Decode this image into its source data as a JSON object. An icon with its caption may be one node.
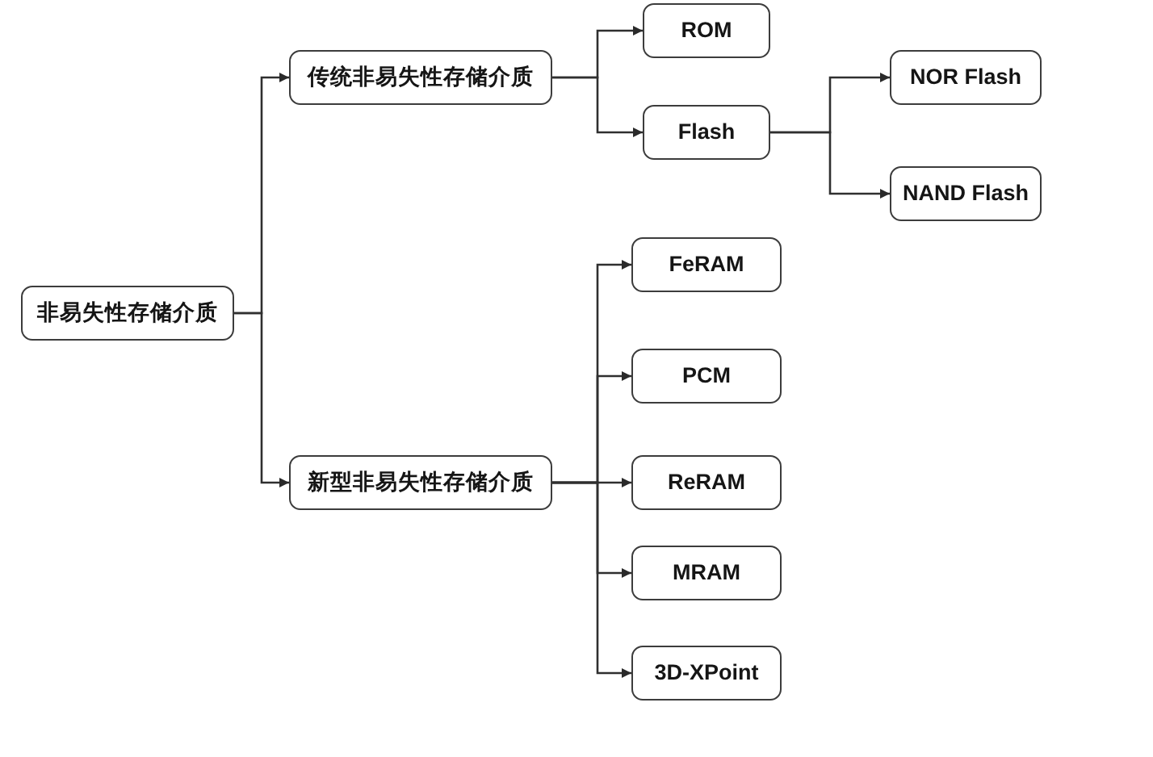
{
  "diagram": {
    "nodes": [
      {
        "text": [
          "非易失性存储介质"
        ]
      },
      {
        "text": [
          "传统非易失性存储介质"
        ]
      },
      {
        "text": [
          "ROM"
        ]
      },
      {
        "text": [
          "Flash"
        ]
      },
      {
        "text": [
          "NOR Flash"
        ]
      },
      {
        "text": [
          "NAND Flash"
        ]
      },
      {
        "text": [
          "新型非易失性存储介质"
        ]
      },
      {
        "text": [
          "FeRAM"
        ]
      },
      {
        "text": [
          "PCM"
        ]
      },
      {
        "text": [
          "ReRAM"
        ]
      },
      {
        "text": [
          "MRAM"
        ]
      },
      {
        "text": [
          "3D-XPoint"
        ]
      }
    ],
    "edges": [
      {
        "from": 0,
        "to": 1,
        "arrow": "to"
      },
      {
        "from": 0,
        "to": 6,
        "arrow": "to"
      },
      {
        "from": 1,
        "to": 2,
        "arrow": "to"
      },
      {
        "from": 1,
        "to": 3,
        "arrow": "to"
      },
      {
        "from": 3,
        "to": 4,
        "arrow": "to"
      },
      {
        "from": 3,
        "to": 5,
        "arrow": "to"
      },
      {
        "from": 6,
        "to": 7,
        "arrow": "to"
      },
      {
        "from": 6,
        "to": 8,
        "arrow": "to"
      },
      {
        "from": 6,
        "to": 9,
        "arrow": "to"
      },
      {
        "from": 6,
        "to": 10,
        "arrow": "to"
      },
      {
        "from": 6,
        "to": 11,
        "arrow": "to"
      }
    ]
  }
}
